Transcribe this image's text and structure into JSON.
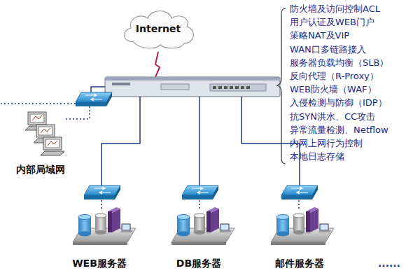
{
  "diagram": {
    "nodes": [
      {
        "text": [
          "Internet"
        ]
      },
      {
        "text": [
          "内部局域网"
        ]
      },
      {
        "text": [
          "WEB服务器"
        ]
      },
      {
        "text": [
          "DB服务器"
        ]
      },
      {
        "text": [
          "邮件服务器"
        ]
      }
    ],
    "labels": [
      "防火墙及访问控制ACL",
      "用户认证及WEB门户",
      "策略NAT及VIP",
      "WAN口多链路接入",
      "服务器负载均衡（SLB）",
      "反向代理（R-Proxy）",
      "WEB防火墙（WAF）",
      "入侵检测与防御（IDP）",
      "抗SYN洪水、CC攻击",
      "异常流量检测、Netflow",
      "内网上网行为控制",
      "本地日志存储",
      "......"
    ]
  }
}
